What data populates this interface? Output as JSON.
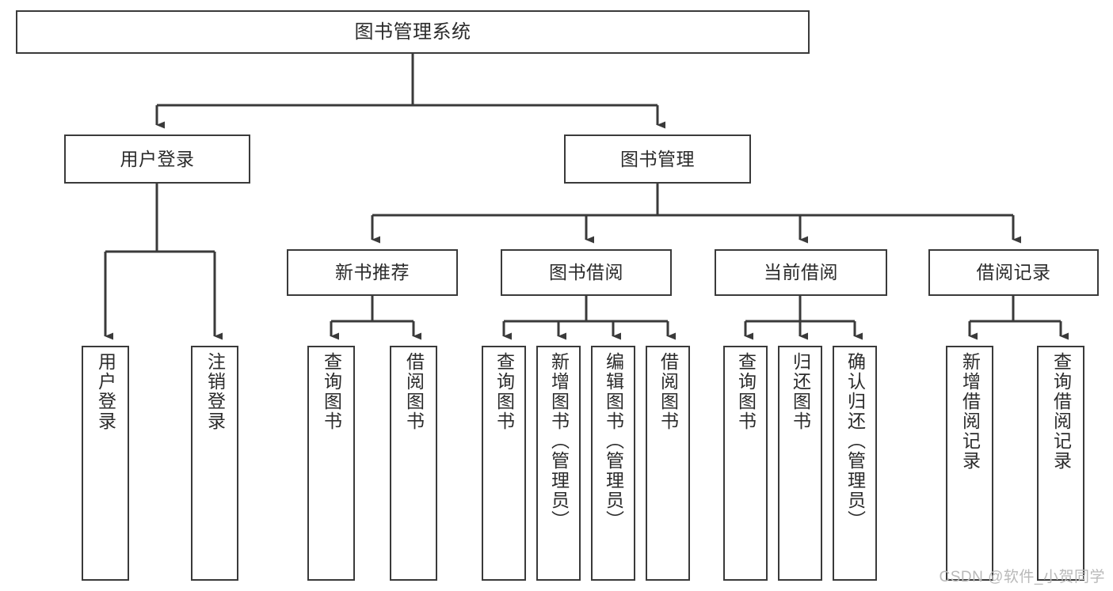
{
  "diagram": {
    "title": "图书管理系统",
    "type": "tree-hierarchy-chart",
    "colors": {
      "box_border": "#3a3a3a",
      "box_fill": "#ffffff",
      "edge": "#3a3a3a",
      "text": "#2b2b2b",
      "watermark": "#b9b9b9"
    },
    "nodes": {
      "root": {
        "label": "图书管理系统"
      },
      "level2": [
        {
          "id": "user-login",
          "label": "用户登录"
        },
        {
          "id": "book-management",
          "label": "图书管理"
        }
      ],
      "level3": [
        {
          "id": "new-book-recommend",
          "label": "新书推荐"
        },
        {
          "id": "book-borrow",
          "label": "图书借阅"
        },
        {
          "id": "current-borrow",
          "label": "当前借阅"
        },
        {
          "id": "borrow-record",
          "label": "借阅记录"
        }
      ],
      "leaves": {
        "user_login": [
          {
            "id": "leaf-user-login",
            "label": "用户登录"
          },
          {
            "id": "leaf-logout-login",
            "label": "注销登录"
          }
        ],
        "new_book_recommend": [
          {
            "id": "leaf-query-book-1",
            "label": "查询图书"
          },
          {
            "id": "leaf-borrow-book-1",
            "label": "借阅图书"
          }
        ],
        "book_borrow": [
          {
            "id": "leaf-query-book-2",
            "label": "查询图书"
          },
          {
            "id": "leaf-add-book",
            "label": "新增图书（管理员）"
          },
          {
            "id": "leaf-edit-book",
            "label": "编辑图书（管理员）"
          },
          {
            "id": "leaf-borrow-book-2",
            "label": "借阅图书"
          }
        ],
        "current_borrow": [
          {
            "id": "leaf-query-book-3",
            "label": "查询图书"
          },
          {
            "id": "leaf-return-book",
            "label": "归还图书"
          },
          {
            "id": "leaf-confirm-return",
            "label": "确认归还（管理员）"
          }
        ],
        "borrow_record": [
          {
            "id": "leaf-add-record",
            "label": "新增借阅记录"
          },
          {
            "id": "leaf-query-record",
            "label": "查询借阅记录"
          }
        ]
      }
    }
  },
  "watermark": {
    "text": "CSDN @软件_小贺同学"
  }
}
